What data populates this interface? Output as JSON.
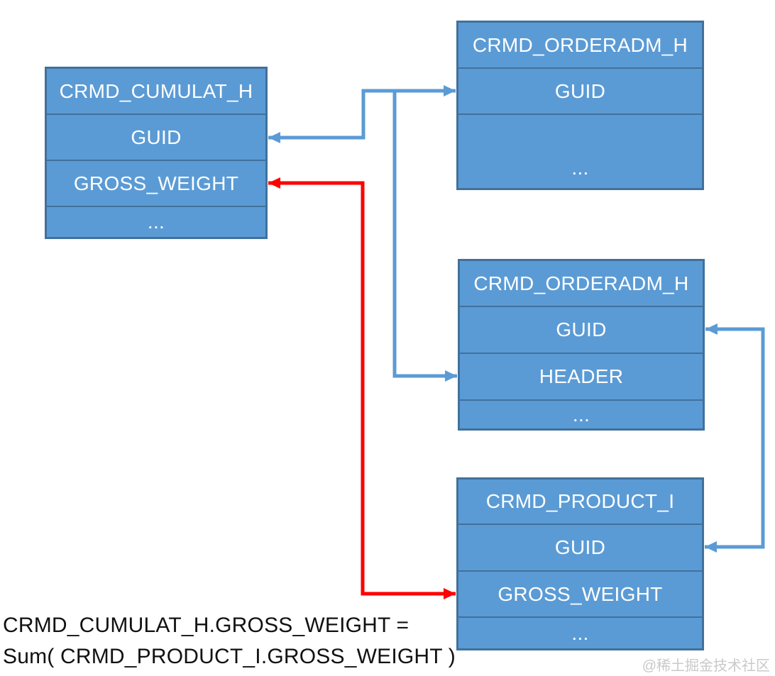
{
  "colors": {
    "box_fill": "#5B9BD5",
    "box_border": "#41719C",
    "arrow_blue": "#5B9BD5",
    "arrow_red": "#FF0000",
    "formula_text": "#111111",
    "watermark_text": "#C9C9C9"
  },
  "diagram": {
    "tables": [
      {
        "title": "CRMD_CUMULAT_H",
        "rows": [
          "GUID",
          "GROSS_WEIGHT",
          "..."
        ]
      },
      {
        "title": "CRMD_ORDERADM_H",
        "rows": [
          "GUID",
          "..."
        ]
      },
      {
        "title": "CRMD_ORDERADM_H",
        "rows": [
          "GUID",
          "HEADER",
          "..."
        ]
      },
      {
        "title": "CRMD_PRODUCT_I",
        "rows": [
          "GUID",
          "GROSS_WEIGHT",
          "..."
        ]
      }
    ],
    "connectors": [
      {
        "color": "blue",
        "heads": "both",
        "endpoints": [
          "CRMD_CUMULAT_H.GUID",
          "CRMD_ORDERADM_H(top).GUID"
        ]
      },
      {
        "color": "blue",
        "heads": "end",
        "endpoints": [
          "junction-on-top-connector",
          "CRMD_ORDERADM_H(middle).HEADER"
        ]
      },
      {
        "color": "blue",
        "heads": "both",
        "endpoints": [
          "CRMD_ORDERADM_H(middle).GUID",
          "CRMD_PRODUCT_I.GUID"
        ]
      },
      {
        "color": "red",
        "heads": "both",
        "endpoints": [
          "CRMD_CUMULAT_H.GROSS_WEIGHT",
          "CRMD_PRODUCT_I.GROSS_WEIGHT"
        ]
      }
    ]
  },
  "formula": {
    "line1": "CRMD_CUMULAT_H.GROSS_WEIGHT =",
    "line2": "Sum( CRMD_PRODUCT_I.GROSS_WEIGHT )"
  },
  "watermark": "@稀土掘金技术社区"
}
